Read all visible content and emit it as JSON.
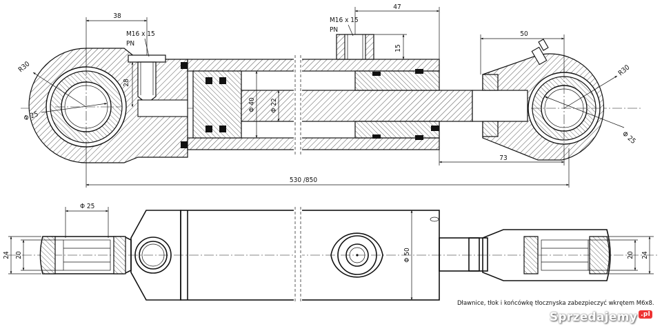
{
  "dimensions": {
    "d38": "38",
    "d47": "47",
    "d50": "50",
    "d73": "73",
    "d15": "15",
    "d28": "28",
    "r30_left": "R30",
    "r30_right": "R30",
    "phi25_left": "Φ 25",
    "phi25_right": "Φ 25",
    "phi40": "Φ 40",
    "phi22": "Φ 22",
    "total_length": "530 /850",
    "phi25_bottom": "Φ 25",
    "phi50": "Φ 50",
    "d24_left": "24",
    "d20_left": "20",
    "d20_right": "20",
    "d24_right": "24"
  },
  "ports": {
    "left_thread": "M16 x 15",
    "left_pn": "PN",
    "right_thread": "M16 x 15",
    "right_pn": "PN"
  },
  "note": "Dławnice, tłok i końcówkę tłocznyska zabezpieczyć wkrętem M6x8.",
  "watermark": {
    "text": "Sprzedajemy",
    "tld": ".pl"
  }
}
